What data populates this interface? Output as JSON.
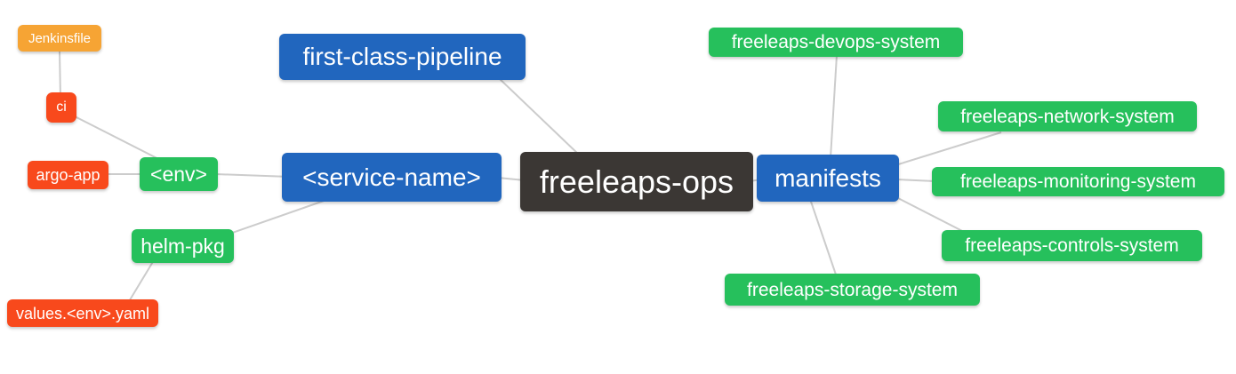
{
  "colors": {
    "root_node": "#3b3734",
    "blue_node": "#2166be",
    "green_node": "#26c05c",
    "red_node": "#f8491c",
    "orange_node": "#f6a434",
    "edge_line": "#cccccc",
    "node_text": "#ffffff",
    "background": "#ffffff"
  },
  "nodes": [
    {
      "id": "jenkinsfile",
      "label": "Jenkinsfile",
      "color": "orange"
    },
    {
      "id": "ci",
      "label": "ci",
      "color": "red"
    },
    {
      "id": "argo-app",
      "label": "argo-app",
      "color": "red"
    },
    {
      "id": "env",
      "label": "<env>",
      "color": "green"
    },
    {
      "id": "first-class-pipeline",
      "label": "first-class-pipeline",
      "color": "blue"
    },
    {
      "id": "service-name",
      "label": "<service-name>",
      "color": "blue"
    },
    {
      "id": "freeleaps-ops",
      "label": "freeleaps-ops",
      "color": "dark"
    },
    {
      "id": "manifests",
      "label": "manifests",
      "color": "blue"
    },
    {
      "id": "devops-system",
      "label": "freeleaps-devops-system",
      "color": "green"
    },
    {
      "id": "network-system",
      "label": "freeleaps-network-system",
      "color": "green"
    },
    {
      "id": "monitoring-system",
      "label": "freeleaps-monitoring-system",
      "color": "green"
    },
    {
      "id": "controls-system",
      "label": "freeleaps-controls-system",
      "color": "green"
    },
    {
      "id": "storage-system",
      "label": "freeleaps-storage-system",
      "color": "green"
    },
    {
      "id": "helm-pkg",
      "label": "helm-pkg",
      "color": "green"
    },
    {
      "id": "values-env-yaml",
      "label": "values.<env>.yaml",
      "color": "red"
    }
  ],
  "edges": [
    {
      "from": "Jenkinsfile",
      "to": "ci"
    },
    {
      "from": "ci",
      "to": "<env>"
    },
    {
      "from": "argo-app",
      "to": "<env>"
    },
    {
      "from": "<env>",
      "to": "<service-name>"
    },
    {
      "from": "helm-pkg",
      "to": "<service-name>"
    },
    {
      "from": "values.<env>.yaml",
      "to": "helm-pkg"
    },
    {
      "from": "first-class-pipeline",
      "to": "freeleaps-ops"
    },
    {
      "from": "<service-name>",
      "to": "freeleaps-ops"
    },
    {
      "from": "freeleaps-ops",
      "to": "manifests"
    },
    {
      "from": "manifests",
      "to": "freeleaps-devops-system"
    },
    {
      "from": "manifests",
      "to": "freeleaps-network-system"
    },
    {
      "from": "manifests",
      "to": "freeleaps-monitoring-system"
    },
    {
      "from": "manifests",
      "to": "freeleaps-controls-system"
    },
    {
      "from": "manifests",
      "to": "freeleaps-storage-system"
    }
  ]
}
